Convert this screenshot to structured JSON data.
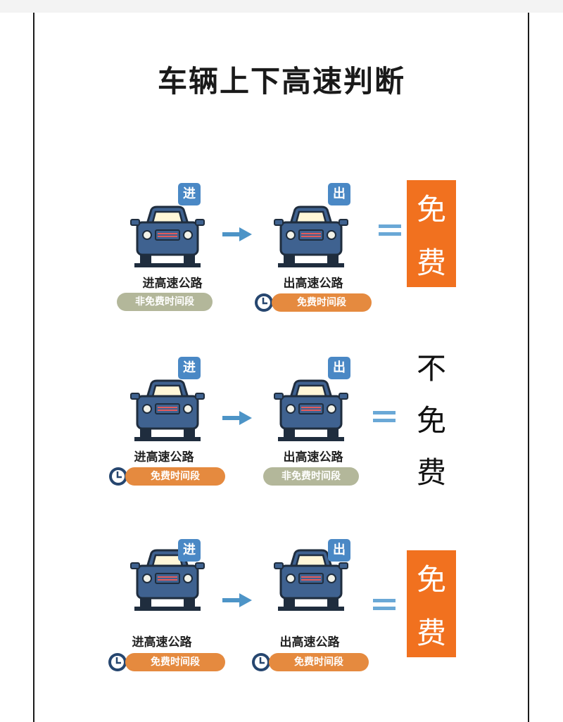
{
  "title": "车辆上下高速判断",
  "colors": {
    "car_body": "#3f6290",
    "car_outline": "#1f2d3e",
    "badge": "#4a88c5",
    "arrow": "#4d94c7",
    "free_pill": "#e58a3f",
    "nonfree_pill": "#b3b79a",
    "result_box": "#f1711f",
    "clock": "#26466f"
  },
  "rows": [
    {
      "enter": {
        "badge": "进",
        "label": "进高速公路",
        "period": "非免费时间段",
        "period_free": false
      },
      "exit": {
        "badge": "出",
        "label": "出高速公路",
        "period": "免费时间段",
        "period_free": true
      },
      "result": [
        "免",
        "费"
      ]
    },
    {
      "enter": {
        "badge": "进",
        "label": "进高速公路",
        "period": "免费时间段",
        "period_free": true
      },
      "exit": {
        "badge": "出",
        "label": "出高速公路",
        "period": "非免费时间段",
        "period_free": false
      },
      "result": [
        "不",
        "免",
        "费"
      ]
    },
    {
      "enter": {
        "badge": "进",
        "label": "进高速公路",
        "period": "免费时间段",
        "period_free": true
      },
      "exit": {
        "badge": "出",
        "label": "出高速公路",
        "period": "免费时间段",
        "period_free": true
      },
      "result": [
        "免",
        "费"
      ]
    }
  ],
  "icons": [
    "car-icon",
    "arrow-right-icon",
    "equals-icon",
    "clock-icon"
  ]
}
